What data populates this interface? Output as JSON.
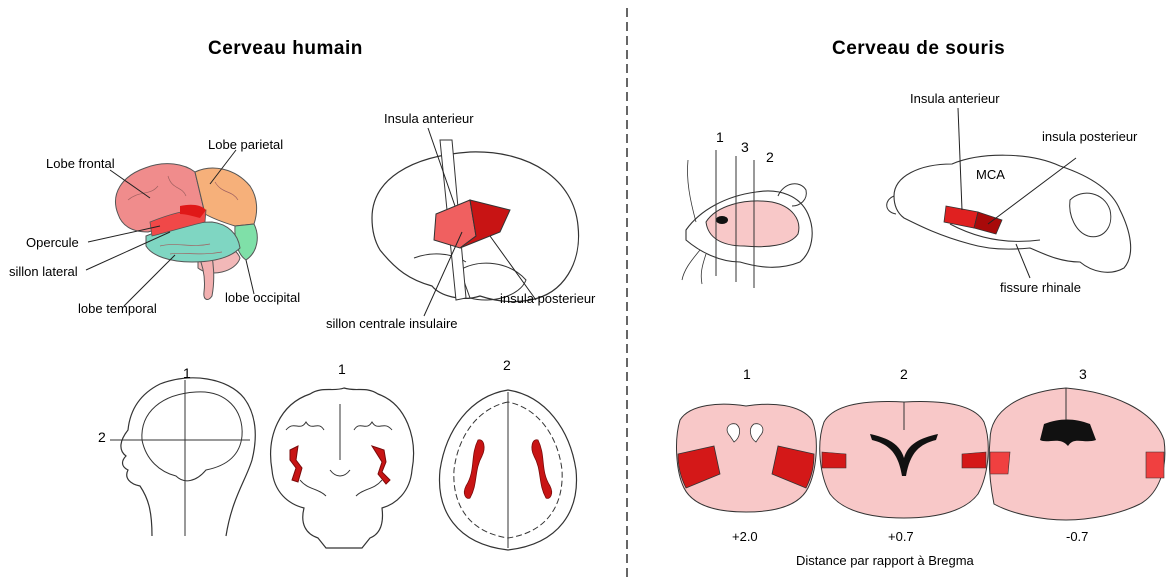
{
  "human": {
    "title": "Cerveau humain",
    "labels": {
      "frontal": "Lobe frontal",
      "parietal": "Lobe parietal",
      "opercule": "Opercule",
      "sillon_lateral": "sillon lateral",
      "temporal": "lobe temporal",
      "occipital": "lobe occipital",
      "insula_ant": "Insula anterieur",
      "insula_post": "insula posterieur",
      "sillon_central": "sillon centrale insulaire"
    },
    "section_numbers": {
      "head_1": "1",
      "head_2": "2",
      "coronal": "1",
      "axial": "2"
    }
  },
  "mouse": {
    "title": "Cerveau de souris",
    "labels": {
      "insula_ant": "Insula anterieur",
      "insula_post": "insula posterieur",
      "mca": "MCA",
      "fissure": "fissure rhinale"
    },
    "plane_numbers": {
      "p1": "1",
      "p3": "3",
      "p2": "2"
    },
    "sections": [
      {
        "number": "1",
        "distance": "+2.0"
      },
      {
        "number": "2",
        "distance": "+0.7"
      },
      {
        "number": "3",
        "distance": "-0.7"
      }
    ],
    "caption": "Distance par rapport à Bregma"
  },
  "colors": {
    "frontal": "#f08c8c",
    "parietal": "#f6b07a",
    "temporal": "#7fd6c2",
    "occipital": "#7fe0a8",
    "insula_light": "#f06060",
    "insula_dark": "#c81414",
    "mouse_pink": "#f8c8c8",
    "divider": "#333333"
  }
}
